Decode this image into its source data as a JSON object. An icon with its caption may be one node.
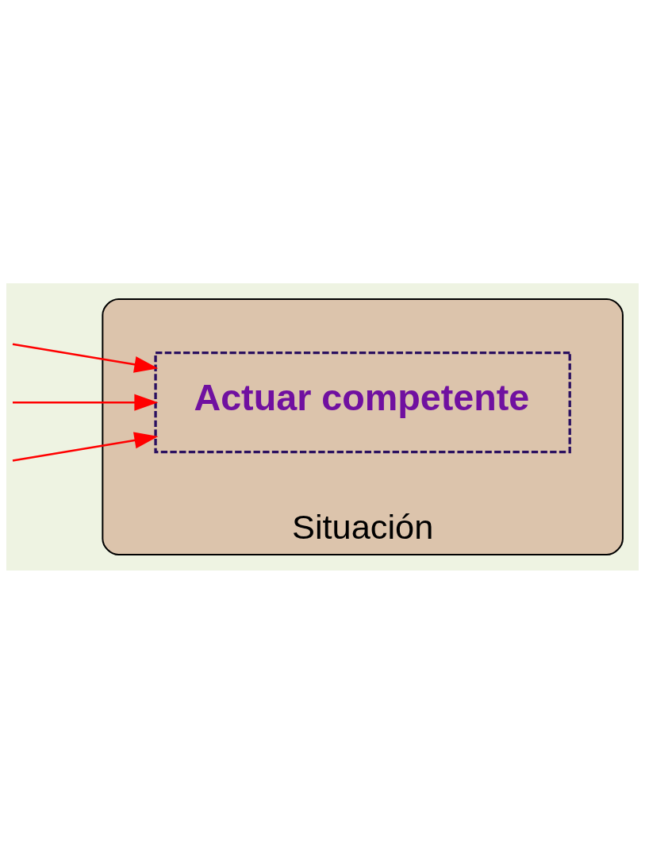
{
  "diagram": {
    "nodes": [
      {
        "text": [],
        "shape": "cloud",
        "beside": [
          "Situación"
        ]
      },
      {
        "text": [
          "Actuar competente"
        ],
        "in": 0
      }
    ],
    "edges": [
      {
        "from": null,
        "to": 1,
        "arrow": "to",
        "color": "#ff0000"
      },
      {
        "from": null,
        "to": 1,
        "arrow": "to",
        "color": "#ff0000"
      },
      {
        "from": null,
        "to": 1,
        "arrow": "to",
        "color": "#ff0000"
      }
    ]
  }
}
